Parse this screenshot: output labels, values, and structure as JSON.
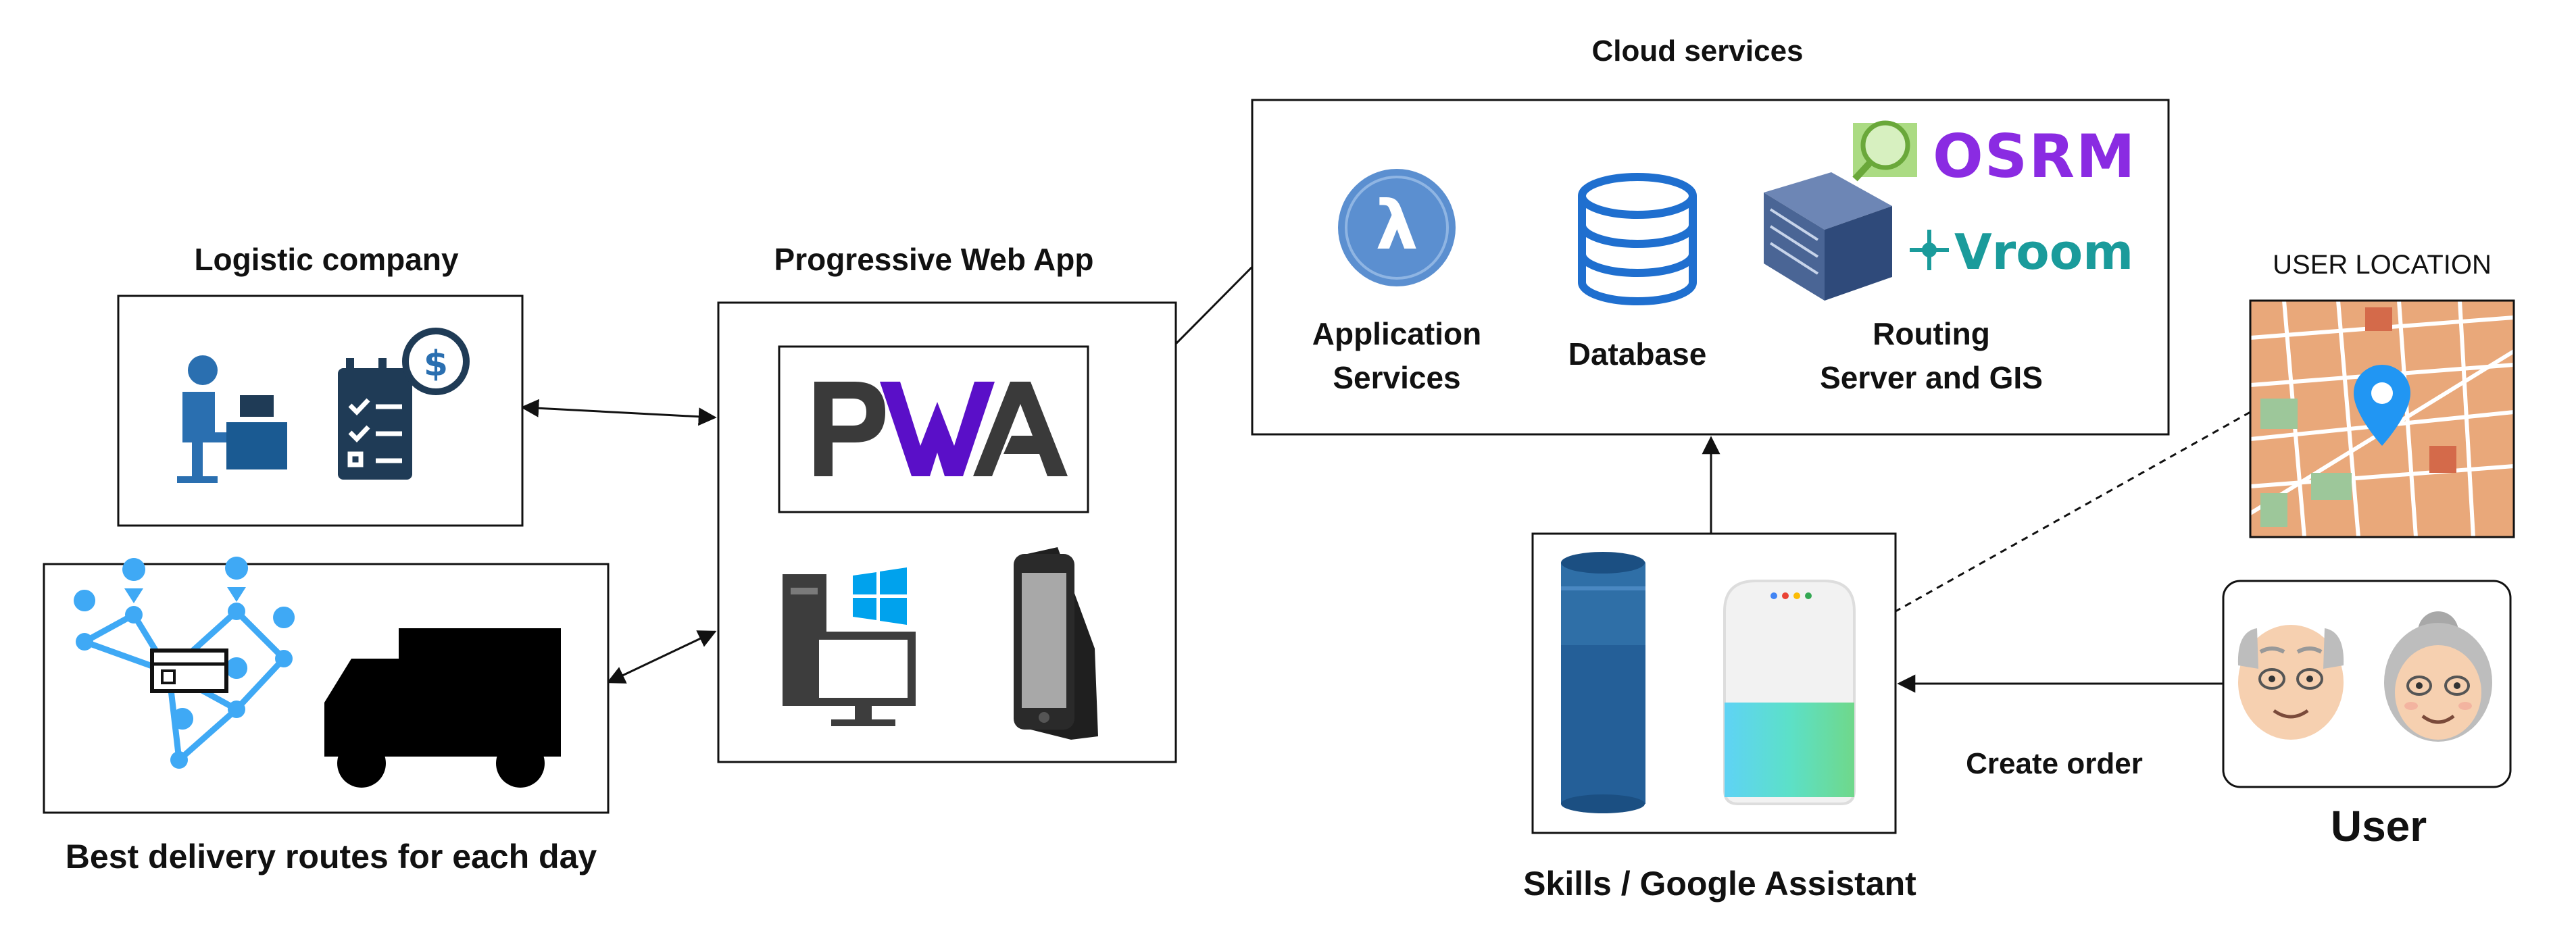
{
  "labels": {
    "cloud_services": "Cloud services",
    "logistic_company": "Logistic company",
    "pwa": "Progressive Web App",
    "best_routes": "Best delivery routes for each day",
    "user_location": "USER LOCATION",
    "skills": "Skills / Google Assistant",
    "create_order": "Create order",
    "user": "User",
    "app_services_1": "Application",
    "app_services_2": "Services",
    "database": "Database",
    "routing_1": "Routing",
    "routing_2": "Server and GIS"
  },
  "logos": {
    "pwa": "PWA",
    "osrm": "OSRM",
    "vroom": "Vroom",
    "lambda": "λ"
  },
  "icons": [
    "office-worker-icon",
    "billing-calendar-icon",
    "route-network-icon",
    "delivery-truck-icon",
    "desktop-pc-icon",
    "windows-logo-icon",
    "smartphone-icon",
    "lambda-icon",
    "database-icon",
    "server-rack-icon",
    "osrm-magnifier-icon",
    "map-pin-icon",
    "smart-speaker-icon",
    "google-home-icon",
    "elderly-man-icon",
    "elderly-woman-icon"
  ],
  "colors": {
    "aws_orange_blue": "#5b8fd0",
    "pwa_dark": "#3a3a3a",
    "pwa_blue": "#5a0fc8",
    "navy": "#1f3b56",
    "route_blue": "#3fa9f5",
    "osrm_purple": "#8a2be2",
    "vroom_teal": "#1a9b9b",
    "echo_blue": "#2f6fa7",
    "windows_blue": "#00a2ed"
  }
}
